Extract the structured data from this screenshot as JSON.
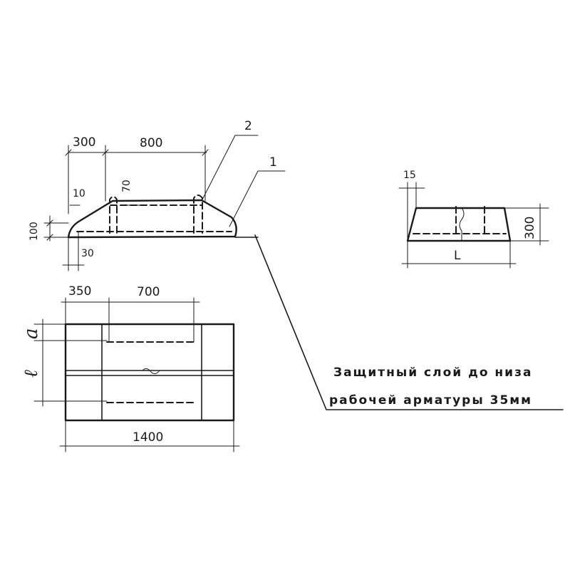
{
  "section_view": {
    "dim_top_left": "300",
    "dim_top_middle": "800",
    "dim_10": "10",
    "dim_70": "70",
    "dim_100": "100",
    "dim_30": "30",
    "callout_1": "1",
    "callout_2": "2"
  },
  "side_view": {
    "dim_15": "15",
    "dim_300": "300",
    "dim_L": "L"
  },
  "plan_view": {
    "dim_350": "350",
    "dim_700": "700",
    "dim_1400": "1400",
    "dim_a": "a",
    "dim_l": "ℓ"
  },
  "note": {
    "line1": "Защитный слой до низа",
    "line2": "рабочей арматуры 35мм"
  }
}
